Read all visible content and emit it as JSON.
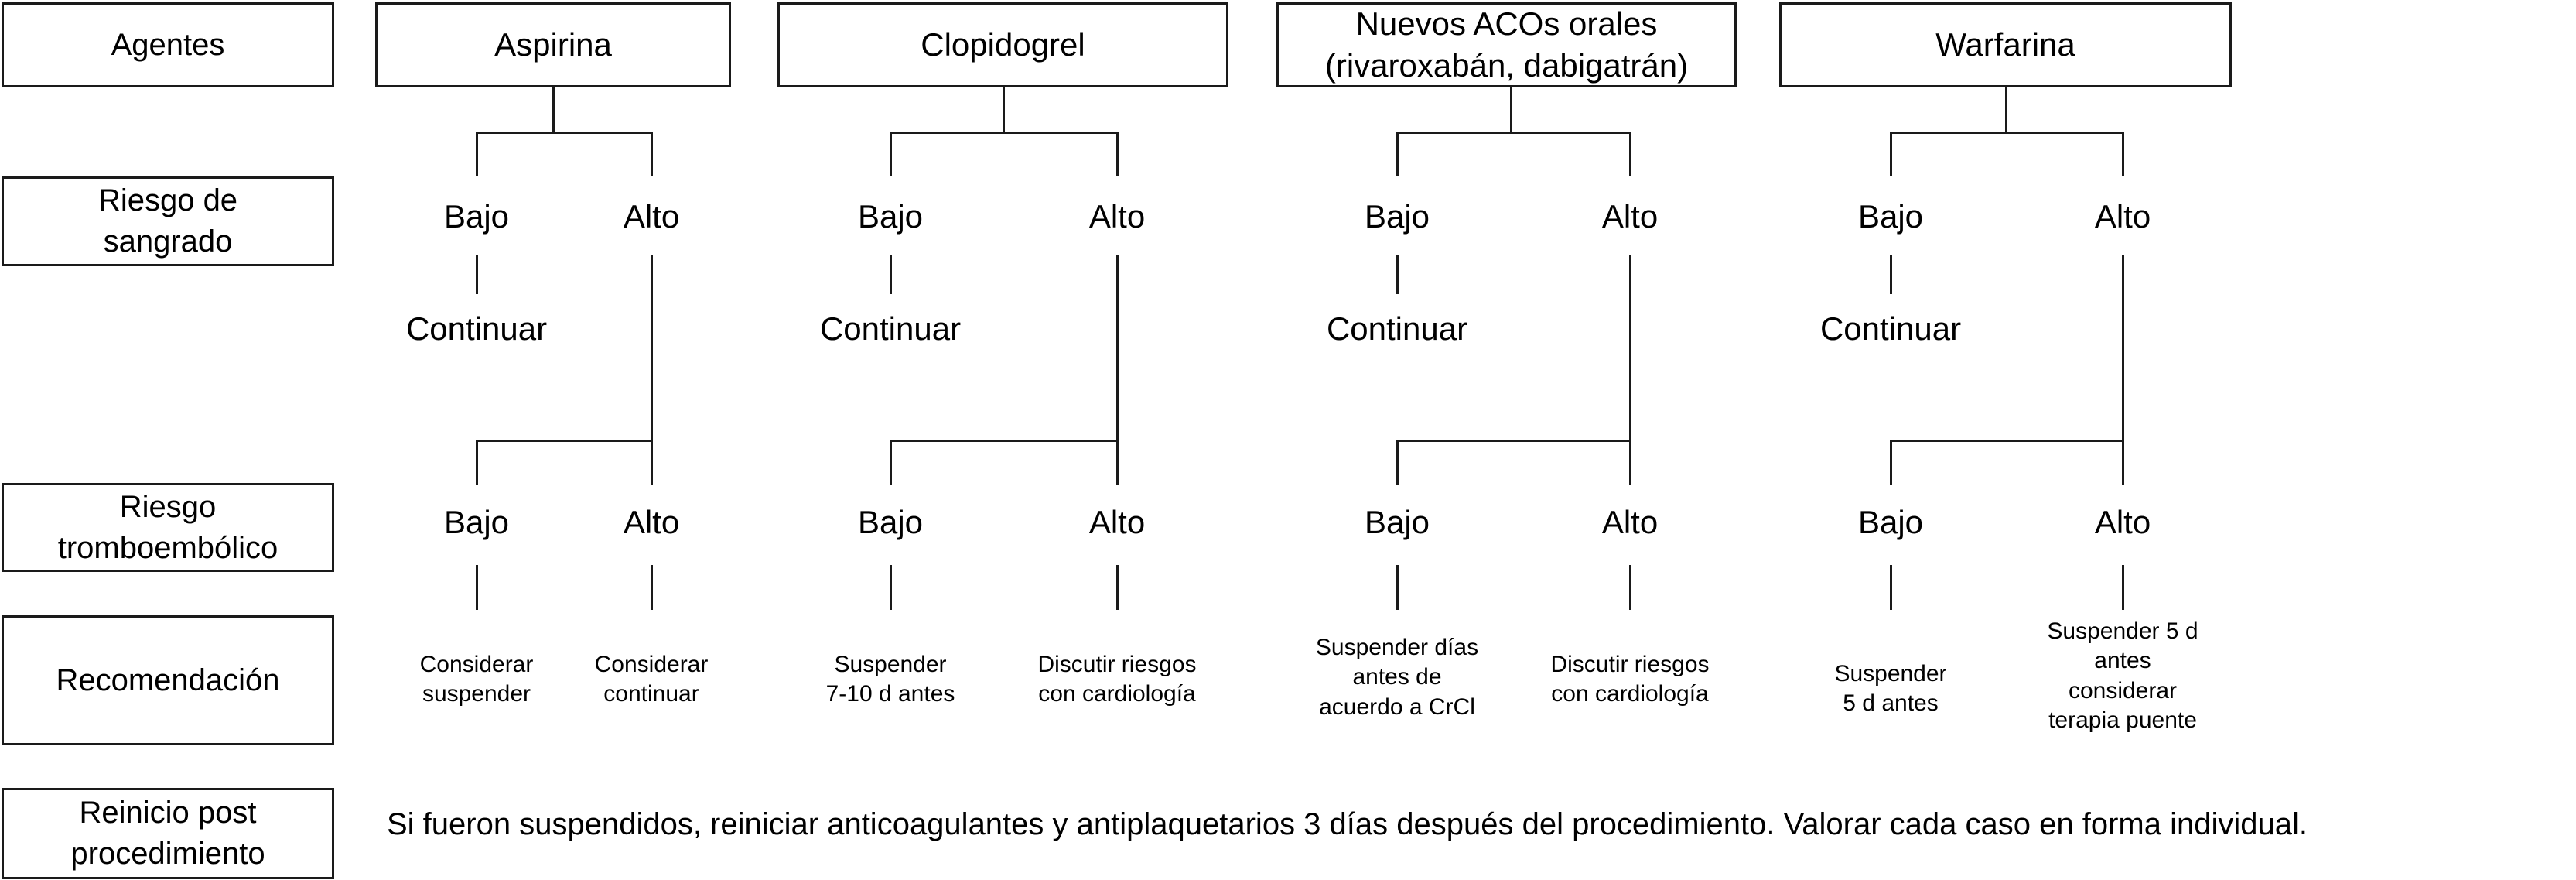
{
  "rows": [
    {
      "id": "agentes",
      "label": "Agentes"
    },
    {
      "id": "riesgo-sangrado",
      "label": "Riesgo de\nsangrado"
    },
    {
      "id": "riesgo-tromboembolico",
      "label": "Riesgo\ntromboembólico"
    },
    {
      "id": "recomendacion",
      "label": "Recomendación"
    },
    {
      "id": "reinicio",
      "label": "Reinicio post\nprocedimiento"
    }
  ],
  "columns": [
    {
      "id": "aspirina",
      "title": "Aspirina",
      "bleeding_risk": {
        "low": "Bajo",
        "high": "Alto"
      },
      "low_action": "Continuar",
      "thrombo_risk": {
        "low": "Bajo",
        "high": "Alto"
      },
      "recommendation_low": "Considerar\nsuspender",
      "recommendation_high": "Considerar\ncontinuar"
    },
    {
      "id": "clopidogrel",
      "title": "Clopidogrel",
      "bleeding_risk": {
        "low": "Bajo",
        "high": "Alto"
      },
      "low_action": "Continuar",
      "thrombo_risk": {
        "low": "Bajo",
        "high": "Alto"
      },
      "recommendation_low": "Suspender\n7-10 d antes",
      "recommendation_high": "Discutir riesgos\ncon cardiología"
    },
    {
      "id": "acos",
      "title": "Nuevos ACOs orales\n(rivaroxabán, dabigatrán)",
      "bleeding_risk": {
        "low": "Bajo",
        "high": "Alto"
      },
      "low_action": "Continuar",
      "thrombo_risk": {
        "low": "Bajo",
        "high": "Alto"
      },
      "recommendation_low": "Suspender días\nantes de\nacuerdo a CrCl",
      "recommendation_high": "Discutir riesgos\ncon cardiología"
    },
    {
      "id": "warfarina",
      "title": "Warfarina",
      "bleeding_risk": {
        "low": "Bajo",
        "high": "Alto"
      },
      "low_action": "Continuar",
      "thrombo_risk": {
        "low": "Bajo",
        "high": "Alto"
      },
      "recommendation_low": "Suspender\n5 d antes",
      "recommendation_high": "Suspender 5 d\nantes\nconsiderar\nterapia puente"
    }
  ],
  "footer": {
    "note": "Si fueron suspendidos, reiniciar anticoagulantes y antiplaquetarios 3 días después del procedimiento. Valorar cada caso en forma individual."
  },
  "colors": {
    "ink": "#000000",
    "stroke": "#1a1a1a",
    "background": "#ffffff"
  }
}
